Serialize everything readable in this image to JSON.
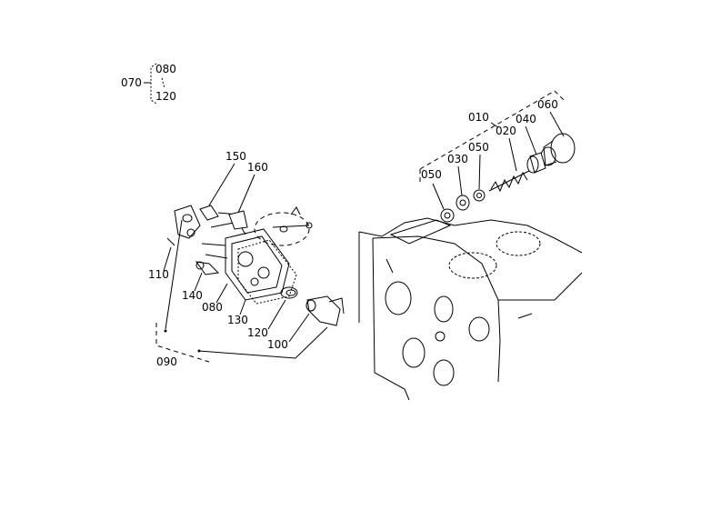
{
  "diagram": {
    "part_labels": {
      "p010": "010",
      "p020": "020",
      "p030": "030",
      "p040": "040",
      "p050a": "050",
      "p050b": "050",
      "p060": "060",
      "p070": "070",
      "p080a": "080",
      "p080b": "080",
      "p090": "090",
      "p100": "100",
      "p110": "110",
      "p120a": "120",
      "p120b": "120",
      "p130": "130",
      "p140": "140",
      "p150": "150",
      "p160": "160"
    }
  }
}
